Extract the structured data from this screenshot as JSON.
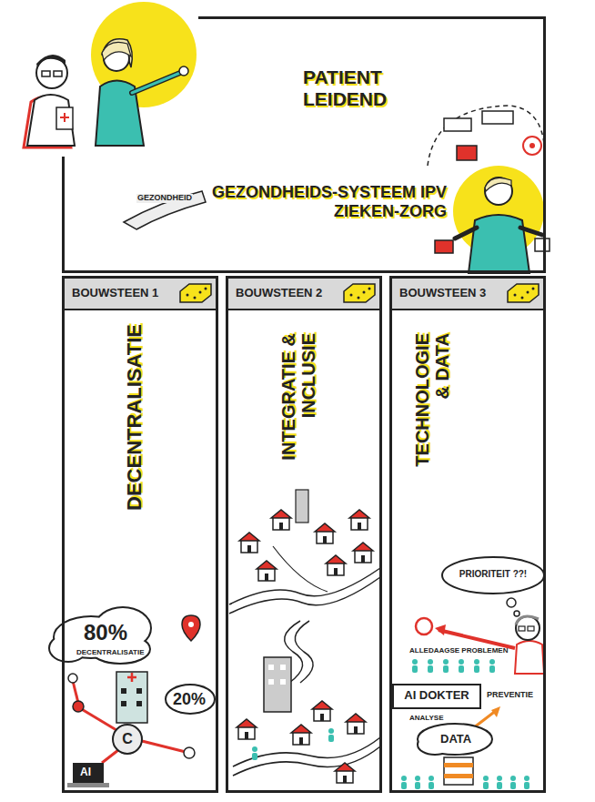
{
  "diagram": {
    "nodes": [
      {
        "text": [
          "PATIENT LEIDEND",
          "GEZONDHEIDS-SYSTEEM IPV ZIEKEN-ZORG"
        ]
      },
      {
        "text": [
          "DECENTRALISATIE"
        ]
      },
      {
        "text": [
          "BOUWSTEEN 1"
        ],
        "in": 1
      },
      {
        "text": [
          "INTEGRATIE & INCLUSIE"
        ]
      },
      {
        "text": [
          "BOUWSTEEN 2"
        ],
        "in": 3
      },
      {
        "text": [
          "TECHNOLOGIE & DATA"
        ]
      },
      {
        "text": [
          "BOUWSTEEN 3"
        ],
        "in": 5
      }
    ],
    "labels": [
      "GEZONDHEID",
      "80%",
      "DECENTRALISATIE",
      "20%",
      "C",
      "AI",
      "PRIORITEIT ??!",
      "ALLEDAAGSE PROBLEMEN",
      "AI DOKTER",
      "PREVENTIE",
      "ANALYSE",
      "DATA"
    ]
  }
}
